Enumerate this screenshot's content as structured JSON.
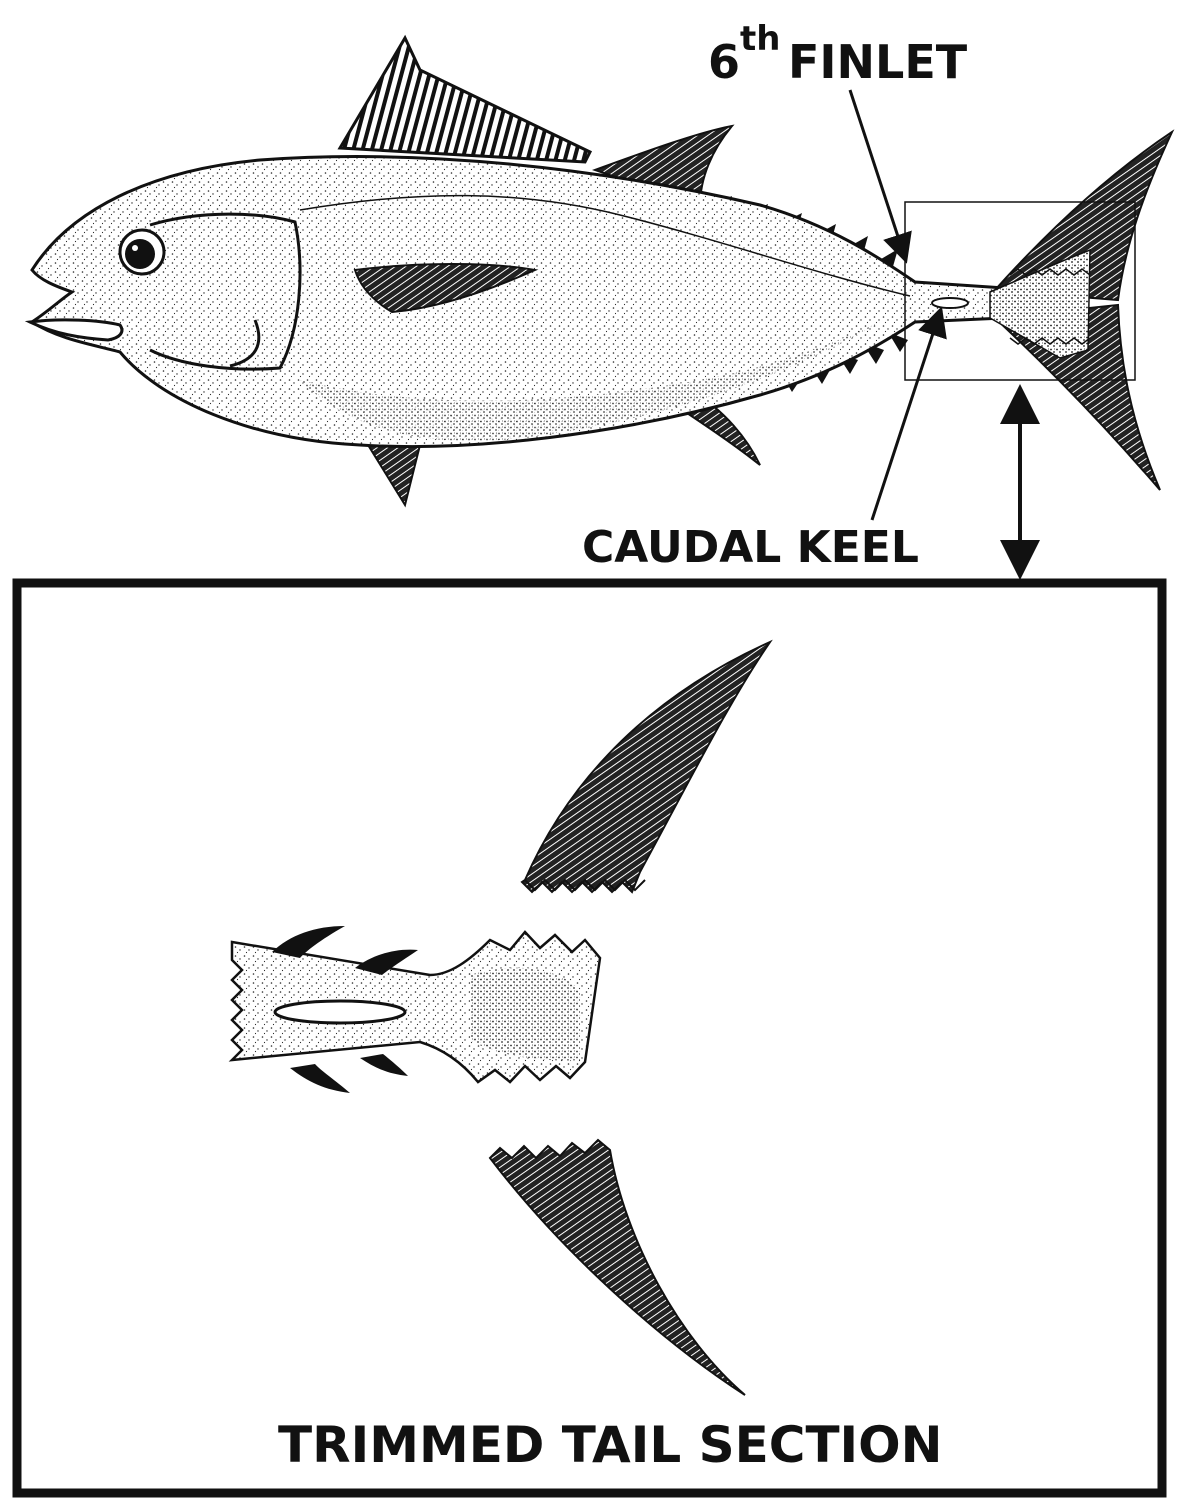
{
  "labels": {
    "finlet_number": "6",
    "finlet_superscript": "th",
    "finlet_word": "FINLET",
    "caudal_keel": "CAUDAL KEEL",
    "trimmed_tail_section": "TRIMMED TAIL SECTION"
  },
  "colors": {
    "ink": "#111111",
    "paper": "#ffffff",
    "stipple": "#2a2a2a"
  }
}
